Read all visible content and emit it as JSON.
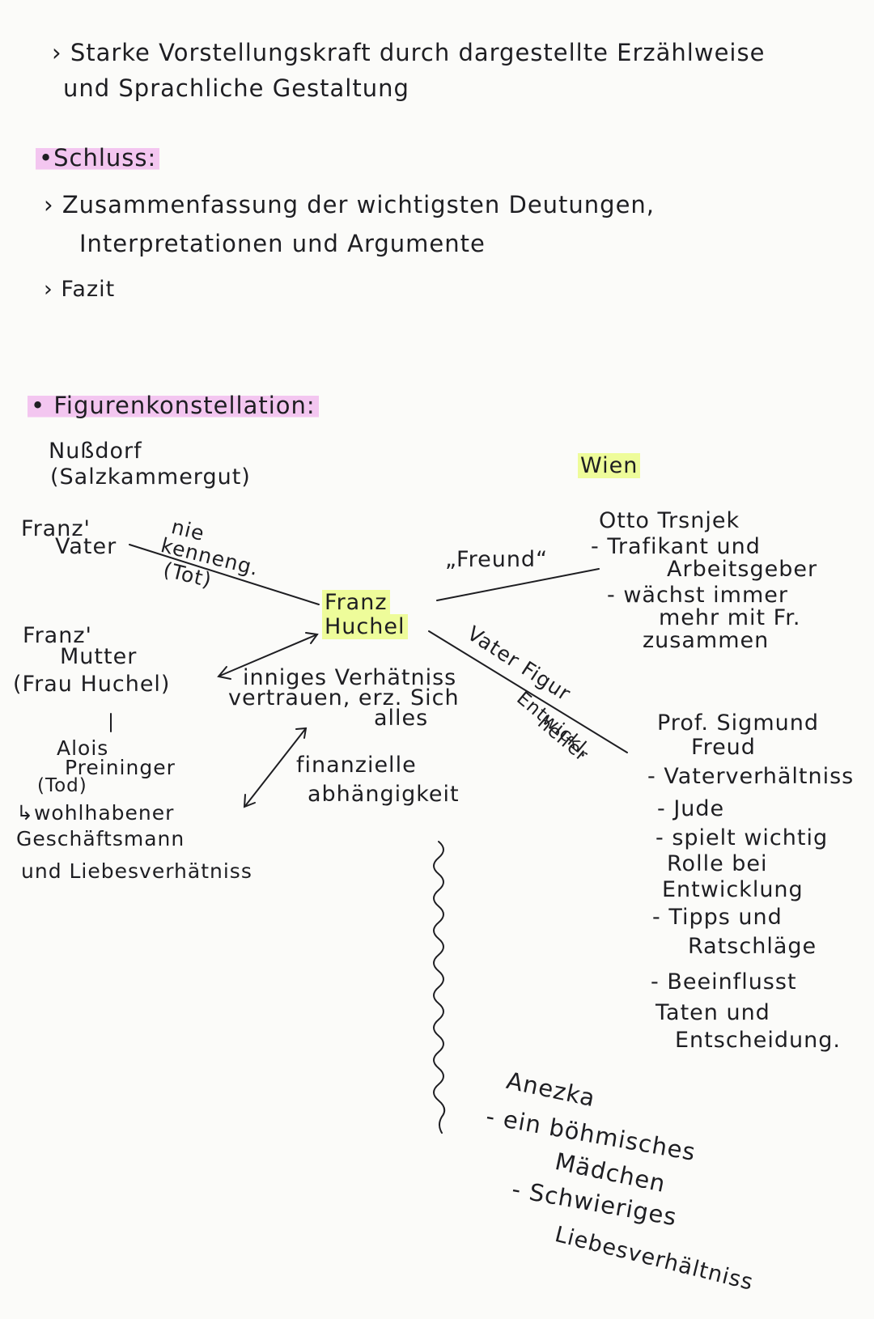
{
  "intro": {
    "line1": "› Starke Vorstellungskraft durch dargestellte Erzählweise",
    "line2": "und Sprachliche Gestaltung"
  },
  "schluss": {
    "heading": "•Schluss:",
    "bullet1_line1": "› Zusammenfassung der wichtigsten Deutungen,",
    "bullet1_line2": "Interpretationen und Argumente",
    "bullet2": "› Fazit"
  },
  "figuren": {
    "heading": "• Figurenkonstellation:",
    "place_left_line1": "Nußdorf",
    "place_left_line2": "(Salzkammergut)",
    "place_right": "Wien",
    "center_line1": "Franz",
    "center_line2": "Huchel",
    "vater_line1": "Franz'",
    "vater_line2": "Vater",
    "nie_line1": "nie",
    "nie_line2": "kenneng.",
    "nie_line3": "(Tot)",
    "mutter_line1": "Franz'",
    "mutter_line2": "Mutter",
    "mutter_line3": "(Frau Huchel)",
    "mutter_rel_line1": "inniges Verhätniss",
    "mutter_rel_line2": "vertrauen, erz. Sich",
    "mutter_rel_line3": "alles",
    "connector_bar": "|",
    "alois_line1": "Alois",
    "alois_line2": "Preininger",
    "alois_line3": "(Tod)",
    "alois_line4": "↳wohlhabener",
    "alois_line5": "Geschäftsmann",
    "alois_line6": "und Liebesverhätniss",
    "fin_line1": "finanzielle",
    "fin_line2": "abhängigkeit",
    "freund_label": "„Freund“",
    "otto_line1": "Otto Trsnjek",
    "otto_line2": "- Trafikant und",
    "otto_line3": "Arbeitsgeber",
    "otto_line4": "- wächst immer",
    "otto_line5": "mehr mit Fr.",
    "otto_line6": "zusammen",
    "vaterfigur_label": "Vater Figur",
    "entw_line1": "Entwickl.",
    "entw_line2": "helfer",
    "freud_line1": "Prof. Sigmund",
    "freud_line2": "Freud",
    "freud_line3": "- Vaterverhältniss",
    "freud_line4": "- Jude",
    "freud_line5": "- spielt wichtig",
    "freud_line6": "Rolle bei",
    "freud_line7": "Entwicklung",
    "freud_line8": "- Tipps und",
    "freud_line9": "Ratschläge",
    "freud_line10": "- Beeinflusst",
    "freud_line11": "Taten und",
    "freud_line12": "Entscheidung.",
    "anezka_line1": "Anezka",
    "anezka_line2": "- ein böhmisches",
    "anezka_line3": "Mädchen",
    "anezka_line4": "- Schwieriges",
    "anezka_line5": "Liebesverhältniss"
  },
  "colors": {
    "ink": "#1e1e22",
    "pink_highlight": "#f3c6f0",
    "yellow_highlight": "#eefc9a",
    "paper": "#fbfbf9"
  }
}
